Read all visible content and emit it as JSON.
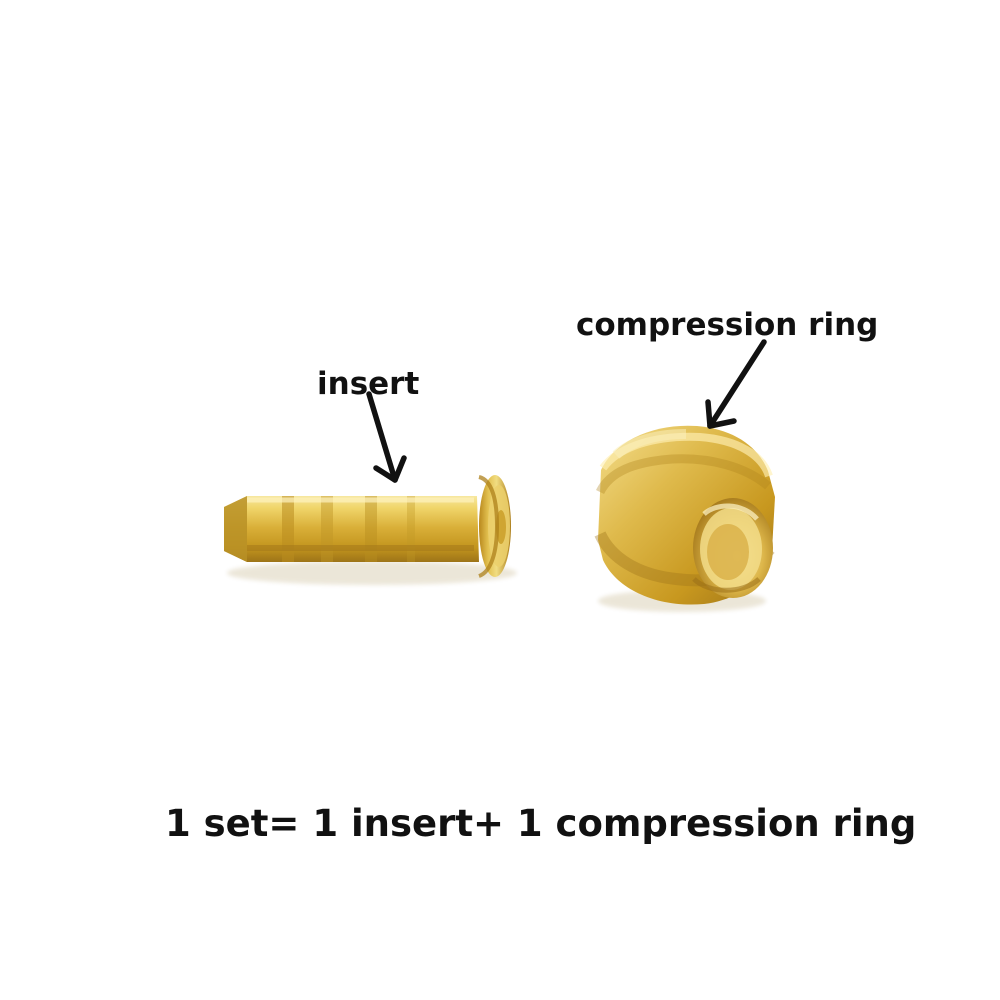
{
  "labels": {
    "insert": "insert",
    "compression_ring": "compression ring"
  },
  "caption": "1 set= 1 insert+ 1 compression ring",
  "colors": {
    "background": "#ffffff",
    "text": "#111111",
    "brass_light": "#f3df7a",
    "brass_mid": "#d8b13c",
    "brass_dark": "#9d7418"
  },
  "objects": {
    "insert_name": "brass-hose-insert",
    "ring_name": "brass-compression-ring"
  }
}
